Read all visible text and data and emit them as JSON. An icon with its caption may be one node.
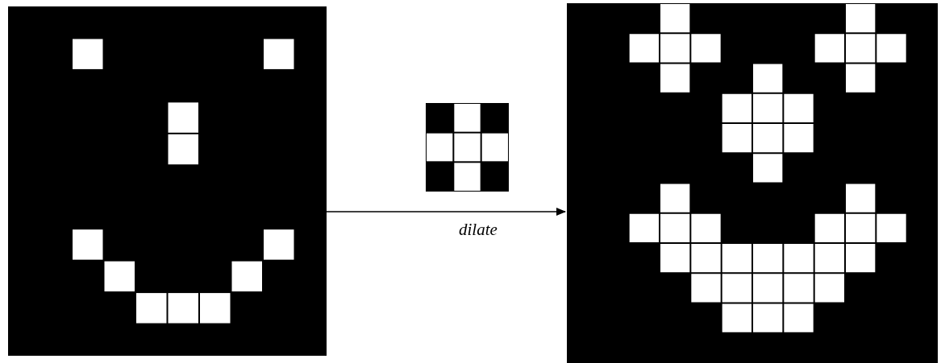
{
  "diagram": {
    "nodes": [
      {
        "text": [],
        "shape": "picture"
      },
      {
        "text": [],
        "shape": "picture"
      },
      {
        "text": [],
        "shape": "picture"
      }
    ],
    "edges": [
      {
        "from": 0,
        "to": 2,
        "arrow": "to",
        "label": "dilate"
      }
    ]
  }
}
